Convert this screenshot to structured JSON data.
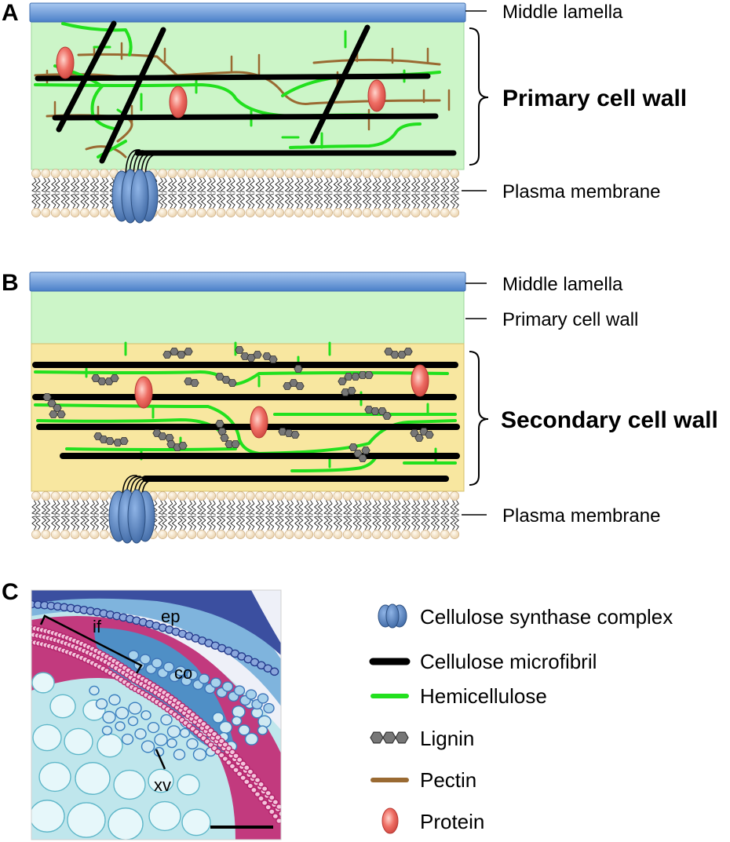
{
  "panels": {
    "a": {
      "letter": "A",
      "labels": {
        "middle_lamella": "Middle lamella",
        "primary_cell_wall": "Primary cell wall",
        "plasma_membrane": "Plasma membrane"
      }
    },
    "b": {
      "letter": "B",
      "labels": {
        "middle_lamella": "Middle lamella",
        "primary_cell_wall": "Primary cell wall",
        "secondary_cell_wall": "Secondary cell wall",
        "plasma_membrane": "Plasma membrane"
      }
    },
    "c": {
      "letter": "C",
      "tissue_labels": {
        "ep": "ep",
        "if": "if",
        "co": "co",
        "xv": "xv"
      }
    }
  },
  "legend": {
    "items": [
      {
        "label": "Cellulose synthase complex",
        "icon": "cellulose-synthase-complex-icon"
      },
      {
        "label": "Cellulose microfibril",
        "icon": "cellulose-microfibril-icon"
      },
      {
        "label": "Hemicellulose",
        "icon": "hemicellulose-icon"
      },
      {
        "label": "Lignin",
        "icon": "lignin-icon"
      },
      {
        "label": "Pectin",
        "icon": "pectin-icon"
      },
      {
        "label": "Protein",
        "icon": "protein-icon"
      }
    ]
  },
  "colors": {
    "middle_lamella": "#6f9ed9",
    "primary_wall": "#ccf5c8",
    "secondary_wall": "#f8e7a0",
    "cellulose": "#000000",
    "hemicellulose": "#22e01e",
    "pectin": "#9a6a32",
    "lignin": "#777777",
    "protein": "#e8665e",
    "csc": "#4f7fbd"
  }
}
